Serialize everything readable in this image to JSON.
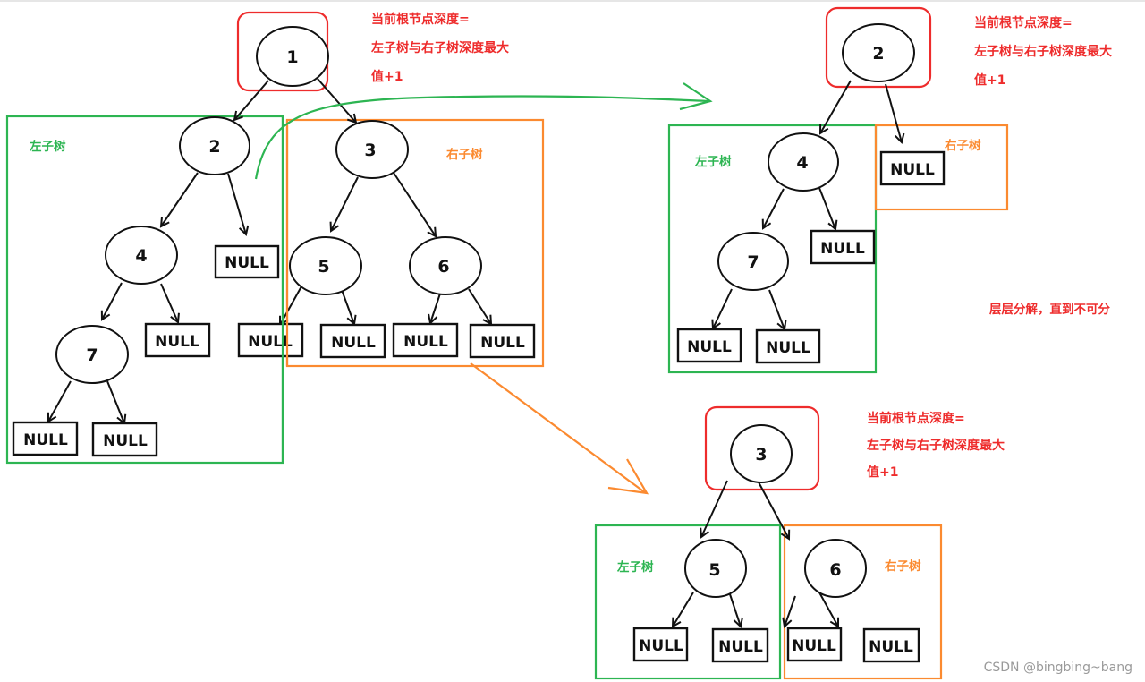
{
  "colors": {
    "root_box": "#ee2c2c",
    "left_subtree": "#2db552",
    "right_subtree": "#fb8a30",
    "node_stroke": "#111111",
    "note_text": "#ee2c2c"
  },
  "note": {
    "line1": "当前根节点深度=",
    "line2": "左子树与右子树深度最大",
    "line3": "值+1"
  },
  "labels": {
    "left_subtree": "左子树",
    "right_subtree": "右子树",
    "null": "NULL",
    "decompose": "层层分解，直到不可分"
  },
  "watermark": "CSDN @bingbing~bang",
  "diagrams": {
    "main": {
      "root": "1",
      "left": {
        "root": "2",
        "left": {
          "root": "4",
          "left": {
            "root": "7",
            "left": "NULL",
            "right": "NULL"
          },
          "right": "NULL"
        },
        "right": "NULL"
      },
      "right": {
        "root": "3",
        "left": {
          "root": "5",
          "left": "NULL",
          "right": "NULL"
        },
        "right": {
          "root": "6",
          "left": "NULL",
          "right": "NULL"
        }
      }
    },
    "sub_2": {
      "root": "2",
      "left_child": "4",
      "right_child": "NULL",
      "grandchild": "7"
    },
    "sub_3": {
      "root": "3",
      "left_child": "5",
      "right_child": "6"
    }
  },
  "nodes": {
    "n1": "1",
    "n2": "2",
    "n3": "3",
    "n4": "4",
    "n5": "5",
    "n6": "6",
    "n7": "7",
    "s2": "2",
    "s4": "4",
    "s7": "7",
    "t3": "3",
    "t5": "5",
    "t6": "6"
  }
}
